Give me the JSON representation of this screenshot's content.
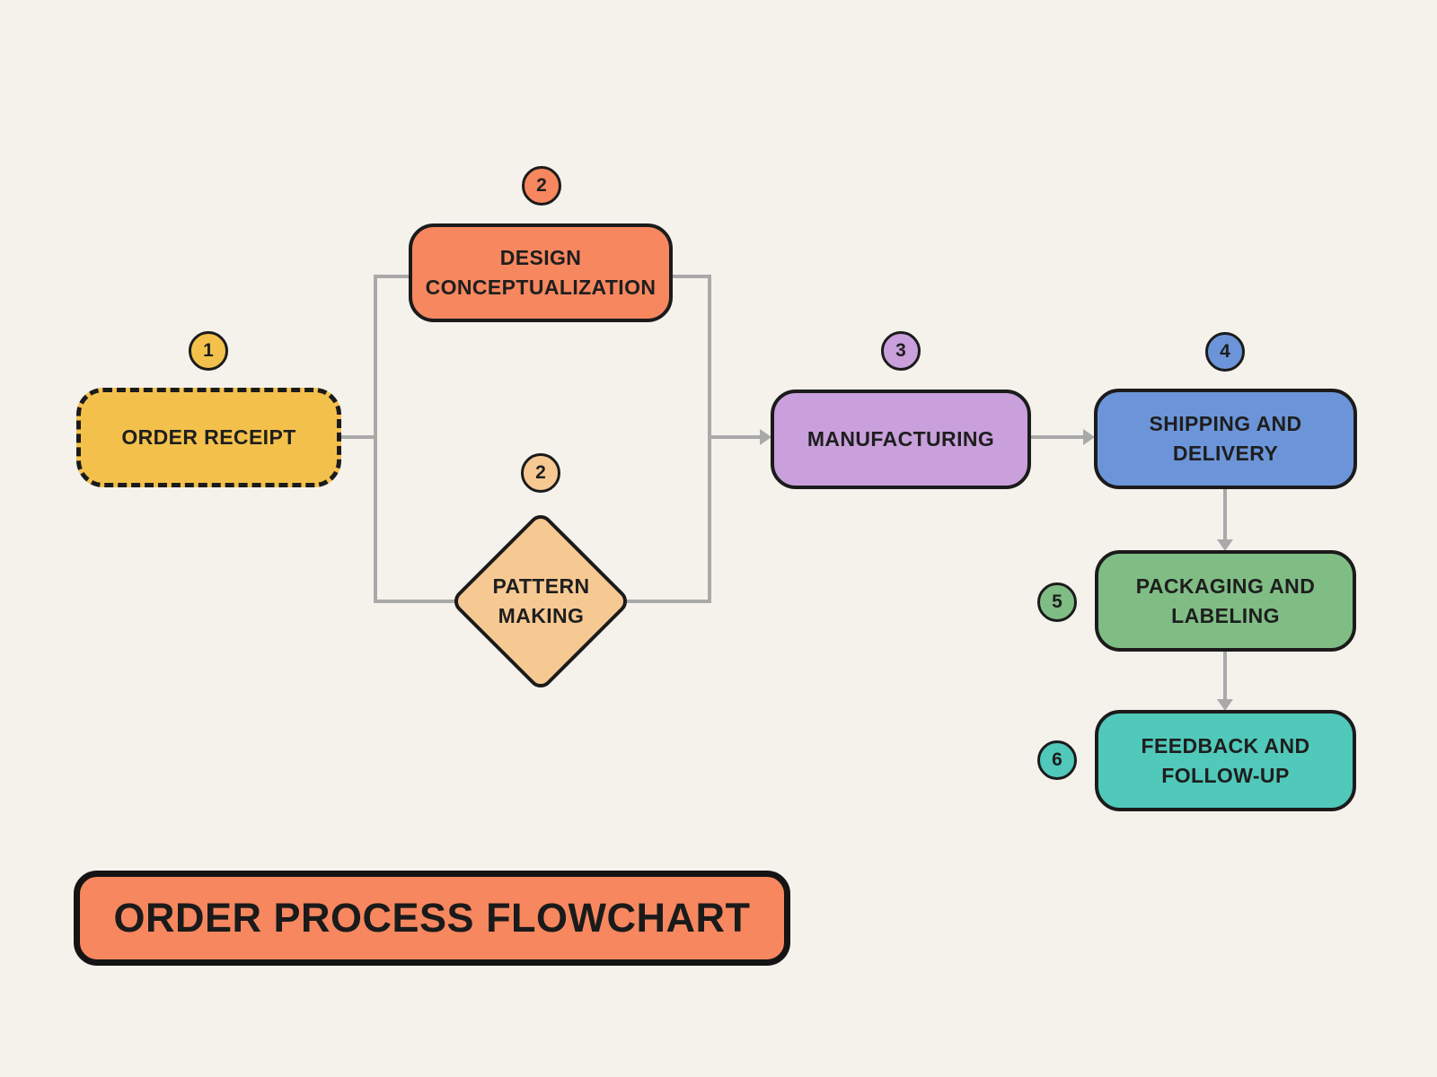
{
  "title_banner": {
    "label": "ORDER PROCESS FLOWCHART"
  },
  "nodes": {
    "order_receipt": {
      "step": "1",
      "label": "ORDER RECEIPT"
    },
    "design": {
      "step": "2",
      "label": "DESIGN CONCEPTUALIZATION"
    },
    "pattern_making": {
      "step": "2",
      "label": "PATTERN MAKING"
    },
    "manufacturing": {
      "step": "3",
      "label": "MANUFACTURING"
    },
    "shipping": {
      "step": "4",
      "label": "SHIPPING AND DELIVERY"
    },
    "packaging": {
      "step": "5",
      "label": "PACKAGING AND LABELING"
    },
    "feedback": {
      "step": "6",
      "label": "FEEDBACK AND FOLLOW-UP"
    }
  },
  "edges": [
    {
      "from": "ORDER RECEIPT",
      "to": "DESIGN CONCEPTUALIZATION"
    },
    {
      "from": "ORDER RECEIPT",
      "to": "PATTERN MAKING"
    },
    {
      "from": "DESIGN CONCEPTUALIZATION",
      "to": "MANUFACTURING"
    },
    {
      "from": "PATTERN MAKING",
      "to": "MANUFACTURING"
    },
    {
      "from": "MANUFACTURING",
      "to": "SHIPPING AND DELIVERY"
    },
    {
      "from": "SHIPPING AND DELIVERY",
      "to": "PACKAGING AND LABELING"
    },
    {
      "from": "PACKAGING AND LABELING",
      "to": "FEEDBACK AND FOLLOW-UP"
    }
  ],
  "colors": {
    "background": "#F5F2EC",
    "yellow": "#F3C14B",
    "orange": "#F6875F",
    "tan": "#F6C993",
    "purple": "#C9A0DB",
    "blue": "#6C95D9",
    "green": "#80BD85",
    "teal": "#50C8BA",
    "connector": "#A9A9A9"
  }
}
